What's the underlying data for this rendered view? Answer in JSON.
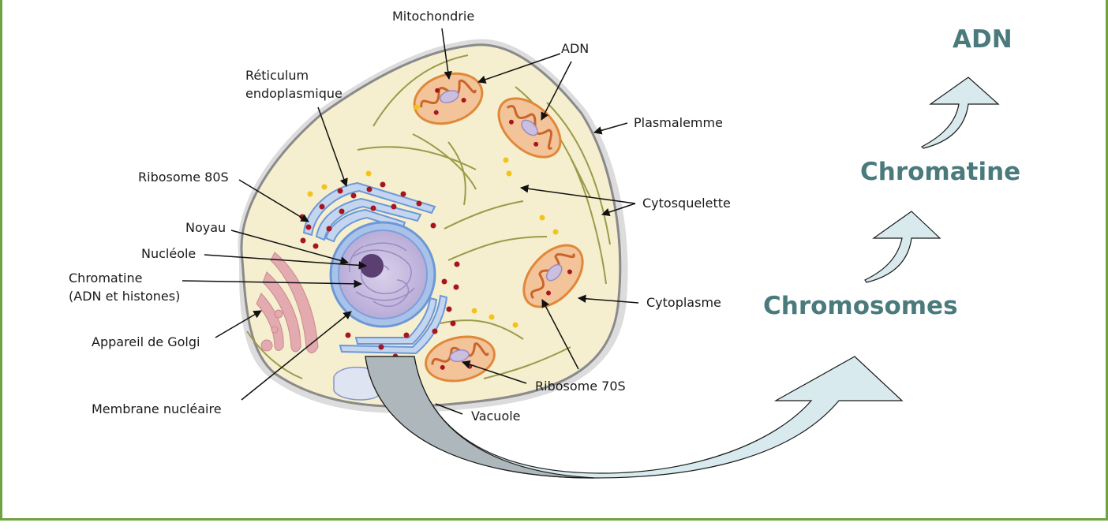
{
  "labels": {
    "mitochondrie": "Mitochondrie",
    "adn_mito": "ADN",
    "reticulum_1": "Réticulum",
    "reticulum_2": "endoplasmique",
    "plasmalemme": "Plasmalemme",
    "ribosome80s": "Ribosome 80S",
    "cytosquelette": "Cytosquelette",
    "noyau": "Noyau",
    "nucleole": "Nucléole",
    "chromatine_1": "Chromatine",
    "chromatine_2": "(ADN et histones)",
    "cytoplasme": "Cytoplasme",
    "golgi": "Appareil de Golgi",
    "ribosome70s": "Ribosome 70S",
    "membrane_nucleaire": "Membrane nucléaire",
    "vacuole": "Vacuole"
  },
  "hierarchy": {
    "top": "ADN",
    "middle": "Chromatine",
    "bottom": "Chromosomes"
  },
  "colors": {
    "frame": "#6fa33f",
    "cytoplasm": "#f5efcf",
    "membrane": "#8a8a8a",
    "nucleus": "#c9bfe0",
    "nuclear_envelope": "#6d98d6",
    "nucleolus": "#5b3f72",
    "mitochondria": "#e0883a",
    "ribosome": "#a8151e",
    "golgi": "#e3aab0",
    "arrow_fill": "#d8eaee",
    "title_text": "#4b7a7d"
  }
}
